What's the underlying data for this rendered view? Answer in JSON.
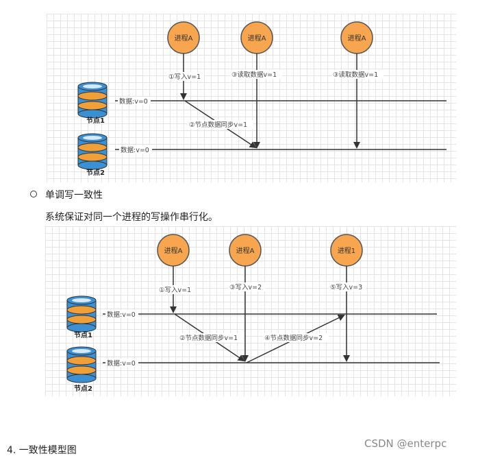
{
  "diagram1": {
    "processes": [
      "进程A",
      "进程A",
      "进程A"
    ],
    "ops": [
      "①写入v=1",
      "③读取数据v=1",
      "③读取数据v=1"
    ],
    "sync": [
      "②节点数据同步v=1"
    ],
    "node_values": [
      "数据:v=0",
      "数据:v=0"
    ],
    "node_names": [
      "节点1",
      "节点2"
    ]
  },
  "bullet_heading": "单调写一致性",
  "paragraph": "系统保证对同一个进程的写操作串行化。",
  "diagram2": {
    "processes": [
      "进程A",
      "进程A",
      "进程1"
    ],
    "ops": [
      "①写入v=1",
      "③写入v=2",
      "⑤写入v=3"
    ],
    "sync": [
      "②节点数据同步v=1",
      "④节点数据同步v=2"
    ],
    "node_values": [
      "数据:v=0",
      "数据:v=0"
    ],
    "node_names": [
      "节点1",
      "节点2"
    ]
  },
  "section_heading": "4. 一致性模型图",
  "watermark": "CSDN @enterpc",
  "colors": {
    "process_fill": "#f7a54f",
    "process_stroke": "#555555",
    "db_blue": "#3b8fd3",
    "db_orange": "#f0a038",
    "line": "#333333",
    "grid": "#e3e3e3"
  }
}
